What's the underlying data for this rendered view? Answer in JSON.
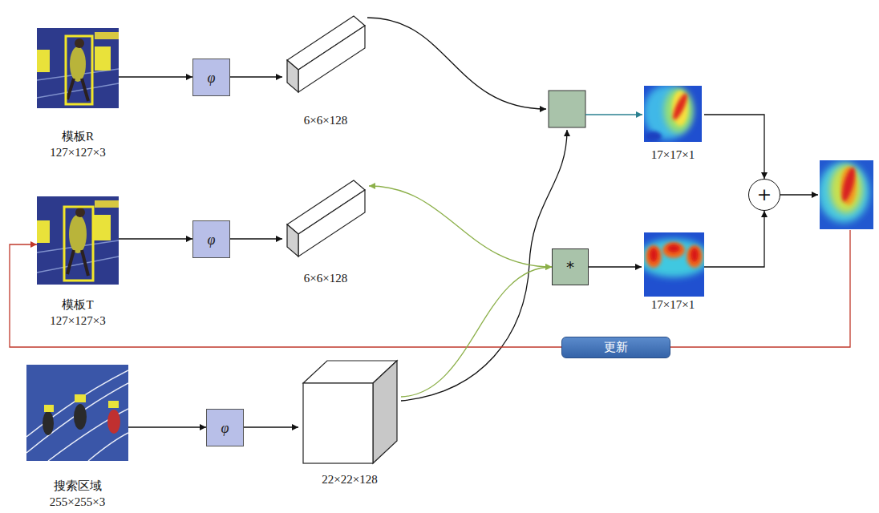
{
  "diagram": {
    "nodes": [
      {
        "text": [
          "模板R",
          "127×127×3"
        ]
      },
      {
        "text": [
          "φ"
        ]
      },
      {
        "text": [
          "6×6×128"
        ]
      },
      {
        "text": [
          "17×17×1"
        ]
      },
      {
        "text": [
          "模板T",
          "127×127×3"
        ]
      },
      {
        "text": [
          "φ"
        ]
      },
      {
        "text": [
          "6×6×128"
        ]
      },
      {
        "text": [
          "*"
        ]
      },
      {
        "text": [
          "17×17×1"
        ]
      },
      {
        "text": [
          "+"
        ]
      },
      {
        "text": [
          "更新"
        ]
      },
      {
        "text": [
          "搜索区域",
          "255×255×3"
        ]
      },
      {
        "text": [
          "φ"
        ]
      },
      {
        "text": [
          "22×22×128"
        ]
      }
    ],
    "edges": [
      {
        "from": 0,
        "to": 1,
        "arrow": "to"
      },
      {
        "from": 1,
        "to": 2,
        "arrow": "to"
      },
      {
        "from": 3,
        "to": 9,
        "arrow": "to"
      },
      {
        "from": 4,
        "to": 5,
        "arrow": "to"
      },
      {
        "from": 5,
        "to": 6,
        "arrow": "to"
      },
      {
        "from": 6,
        "to": 7,
        "arrow": "both"
      },
      {
        "from": 7,
        "to": 8,
        "arrow": "to"
      },
      {
        "from": 8,
        "to": 9,
        "arrow": "to"
      },
      {
        "from": 10,
        "to": 4,
        "arrow": "to"
      },
      {
        "from": 11,
        "to": 12,
        "arrow": "to"
      },
      {
        "from": 12,
        "to": 13,
        "arrow": "to"
      },
      {
        "from": 13,
        "to": 7,
        "arrow": "to"
      }
    ]
  }
}
